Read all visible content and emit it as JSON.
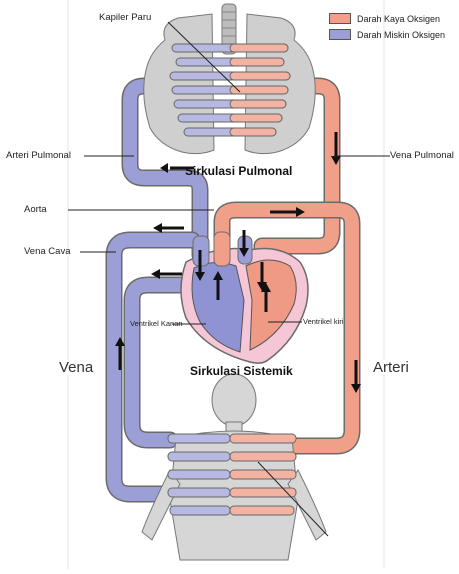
{
  "legend": {
    "oxygen_rich": "Darah Kaya Oksigen",
    "oxygen_poor": "Darah Miskin Oksigen"
  },
  "labels": {
    "pulmonary_capillary": "Kapiler Paru",
    "pulmonary_artery": "Arteri Pulmonal",
    "pulmonary_vein": "Vena Pulmonal",
    "aorta": "Aorta",
    "vena_cava": "Vena Cava",
    "right_ventricle": "Ventrikel Kanan",
    "left_ventricle": "Ventrikel kiri",
    "vein": "Vena",
    "artery": "Arteri"
  },
  "titles": {
    "pulmonary_circulation": "Sirkulasi Pulmonal",
    "systemic_circulation": "Sirkulasi Sistemik"
  },
  "colors": {
    "oxygen_rich": "#f0a088",
    "oxygen_poor": "#9c9fd6",
    "outline": "#6b6b6b",
    "heart_pink": "#f5c6d6",
    "organ_gray": "#d6d6d6"
  },
  "icons": [
    "arrow-icon",
    "lungs-icon",
    "heart-icon",
    "human-body-icon"
  ]
}
